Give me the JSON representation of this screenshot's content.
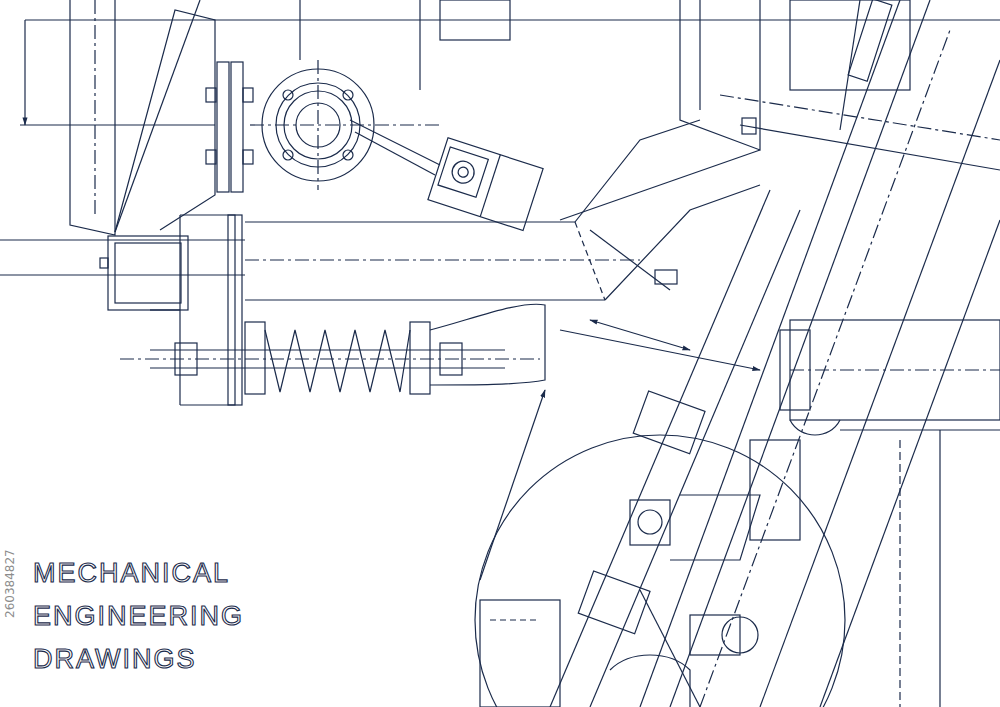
{
  "diagram": {
    "labels": [
      "MECHANICAL",
      "ENGINEERING",
      "DRAWINGS",
      "260384827"
    ]
  }
}
